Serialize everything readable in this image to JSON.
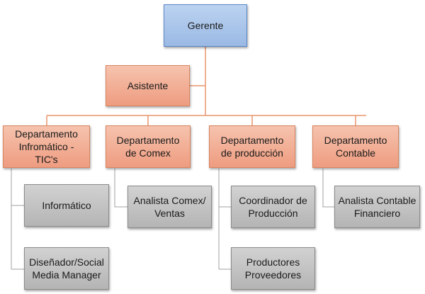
{
  "colors": {
    "manager_fill": "#a9c4ea",
    "department_fill": "#f2ae95",
    "staff_fill": "#c2c2c2",
    "connector_orange": "#e8956c",
    "connector_gray": "#a0a0a0"
  },
  "orgchart": {
    "manager": {
      "label": "Gerente"
    },
    "assistant": {
      "label": "Asistente"
    },
    "departments": [
      {
        "label": "Departamento\nInfromático -\nTIC's",
        "staff": [
          {
            "label": "Informático"
          },
          {
            "label": "Diseñador/Social\nMedia Manager"
          }
        ]
      },
      {
        "label": "Departamento\nde Comex",
        "staff": [
          {
            "label": "Analista Comex/\nVentas"
          }
        ]
      },
      {
        "label": "Departamento\nde producción",
        "staff": [
          {
            "label": "Coordinador de\nProducción"
          },
          {
            "label": "Productores\nProveedores"
          }
        ]
      },
      {
        "label": "Departamento\nContable",
        "staff": [
          {
            "label": "Analista Contable\nFinanciero"
          }
        ]
      }
    ]
  }
}
